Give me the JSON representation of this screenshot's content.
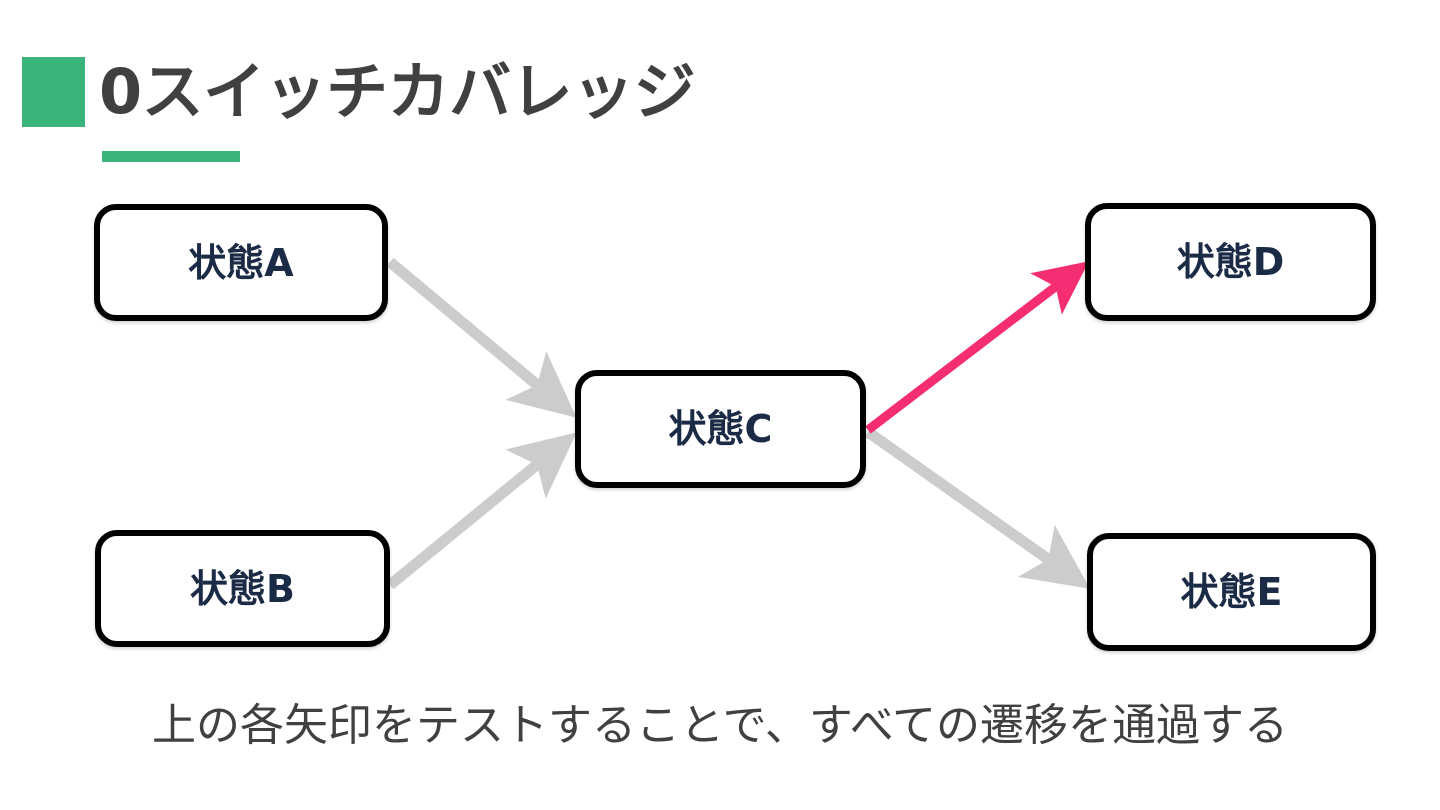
{
  "slide": {
    "background_color": "#ffffff",
    "title": {
      "text": "0スイッチカバレッジ",
      "color": "#404040",
      "bullet_color": "#3AB47A",
      "underline_color": "#3AB47A"
    },
    "caption": {
      "text": "上の各矢印をテストすることで、すべての遷移を通過する",
      "color": "#404040"
    }
  },
  "diagram": {
    "type": "state-transition",
    "node_border_color": "#000000",
    "node_fill_color": "#ffffff",
    "node_text_color": "#1C2B45",
    "nodes": [
      {
        "id": "a",
        "label": "状態A"
      },
      {
        "id": "b",
        "label": "状態B"
      },
      {
        "id": "c",
        "label": "状態C"
      },
      {
        "id": "d",
        "label": "状態D"
      },
      {
        "id": "e",
        "label": "状態E"
      }
    ],
    "edges": [
      {
        "id": "a-c",
        "from": "状態A",
        "to": "状態C",
        "color": "#CCCCCC",
        "highlighted": false
      },
      {
        "id": "b-c",
        "from": "状態B",
        "to": "状態C",
        "color": "#CCCCCC",
        "highlighted": false
      },
      {
        "id": "c-d",
        "from": "状態C",
        "to": "状態D",
        "color": "#F52D72",
        "highlighted": true
      },
      {
        "id": "c-e",
        "from": "状態C",
        "to": "状態E",
        "color": "#CCCCCC",
        "highlighted": false
      }
    ],
    "colors": {
      "edge_default": "#CCCCCC",
      "edge_highlight": "#F52D72"
    }
  }
}
